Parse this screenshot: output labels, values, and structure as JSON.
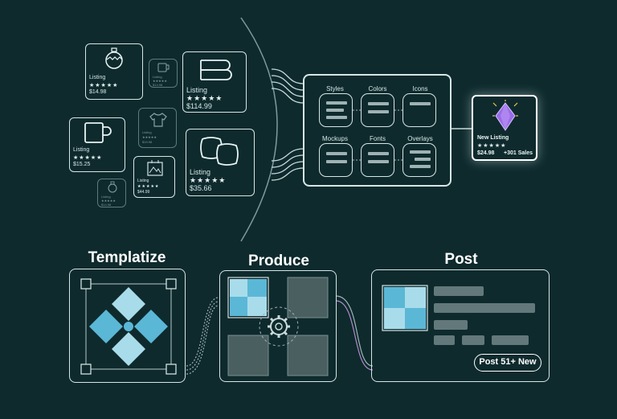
{
  "listings": {
    "ornament": {
      "label": "Listing",
      "stars": "★★★★★",
      "price": "$14.98"
    },
    "blanket": {
      "label": "Listing",
      "stars": "★★★★★",
      "price": "$114.99"
    },
    "mug": {
      "label": "Listing",
      "stars": "★★★★★",
      "price": "$15.25"
    },
    "pillows": {
      "label": "Listing",
      "stars": "★★★★★",
      "price": "$35.66"
    },
    "small_mug": {
      "label": "Listing",
      "stars": "★★★★★",
      "price": "$14.98"
    },
    "small_shirt": {
      "label": "Listing",
      "stars": "★★★★★",
      "price": "$19.98"
    },
    "small_frame": {
      "label": "Listing",
      "stars": "★★★★★",
      "price": "$44.99"
    },
    "small_ornament": {
      "label": "Listing",
      "stars": "★★★★★",
      "price": "$14.98"
    }
  },
  "template_grid": {
    "styles": "Styles",
    "colors": "Colors",
    "icons": "Icons",
    "mockups": "Mockups",
    "fonts": "Fonts",
    "overlays": "Overlays"
  },
  "new_listing": {
    "label": "New Listing",
    "stars": "★★★★★",
    "price": "$24.98",
    "sales": "+301 Sales",
    "icon": "purple-gem-icon"
  },
  "steps": {
    "templatize": "Templatize",
    "produce": "Produce",
    "post": "Post"
  },
  "post_button": "Post 51+ New",
  "colors": {
    "background": "#0e2a2d",
    "puzzle_blue": "#5bb7d6",
    "puzzle_light": "#a9dcea",
    "gem": "#9a6ce8"
  }
}
